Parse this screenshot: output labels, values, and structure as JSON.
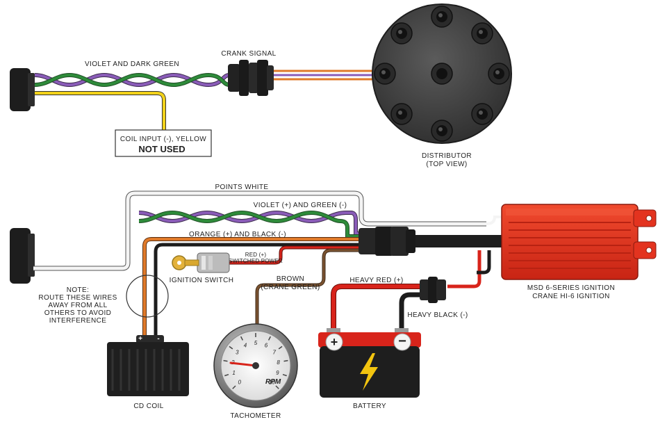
{
  "labels": {
    "crank_signal": "CRANK SIGNAL",
    "violet_dark_green": "VIOLET AND DARK GREEN",
    "coil_input": "COIL INPUT (-), YELLOW",
    "not_used": "NOT USED",
    "distributor": "DISTRIBUTOR",
    "distributor_sub": "(TOP VIEW)",
    "points_white": "POINTS WHITE",
    "violet_green": "VIOLET (+) AND GREEN (-)",
    "orange_black": "ORANGE (+)  AND BLACK (-)",
    "red_switched_1": "RED (+)",
    "red_switched_2": "SWITCHED POWER",
    "ignition_switch": "IGNITION SWITCH",
    "note_1": "NOTE:",
    "note_2": "ROUTE THESE WIRES",
    "note_3": "AWAY FROM ALL",
    "note_4": "OTHERS TO AVOID",
    "note_5": "INTERFERENCE",
    "brown_1": "BROWN",
    "brown_2": "(CRANE GREEN)",
    "heavy_red": "HEAVY RED (+)",
    "heavy_black": "HEAVY BLACK (-)",
    "msd_1": "MSD 6-SERIES IGNITION",
    "msd_2": "CRANE HI-6 IGNITION",
    "cd_coil": "CD COIL",
    "tachometer": "TACHOMETER",
    "battery": "BATTERY",
    "rpm": "RPM",
    "coil_plus": "+",
    "coil_minus": "-"
  },
  "tach_numbers": [
    "0",
    "1",
    "2",
    "3",
    "4",
    "5",
    "6",
    "7",
    "8",
    "9",
    "10"
  ],
  "colors": {
    "violet": "#8a5cb8",
    "green": "#2e8b3a",
    "yellow": "#f2d21b",
    "orange": "#e07a2a",
    "black": "#1c1c1c",
    "red": "#d8241b",
    "brown": "#7a5230",
    "white_wire": "#f4f4f4",
    "box_red": "#e3331f",
    "battery_red": "#d8241b",
    "battery_body": "#1e1e1e",
    "bolt": "#f2c40f"
  }
}
